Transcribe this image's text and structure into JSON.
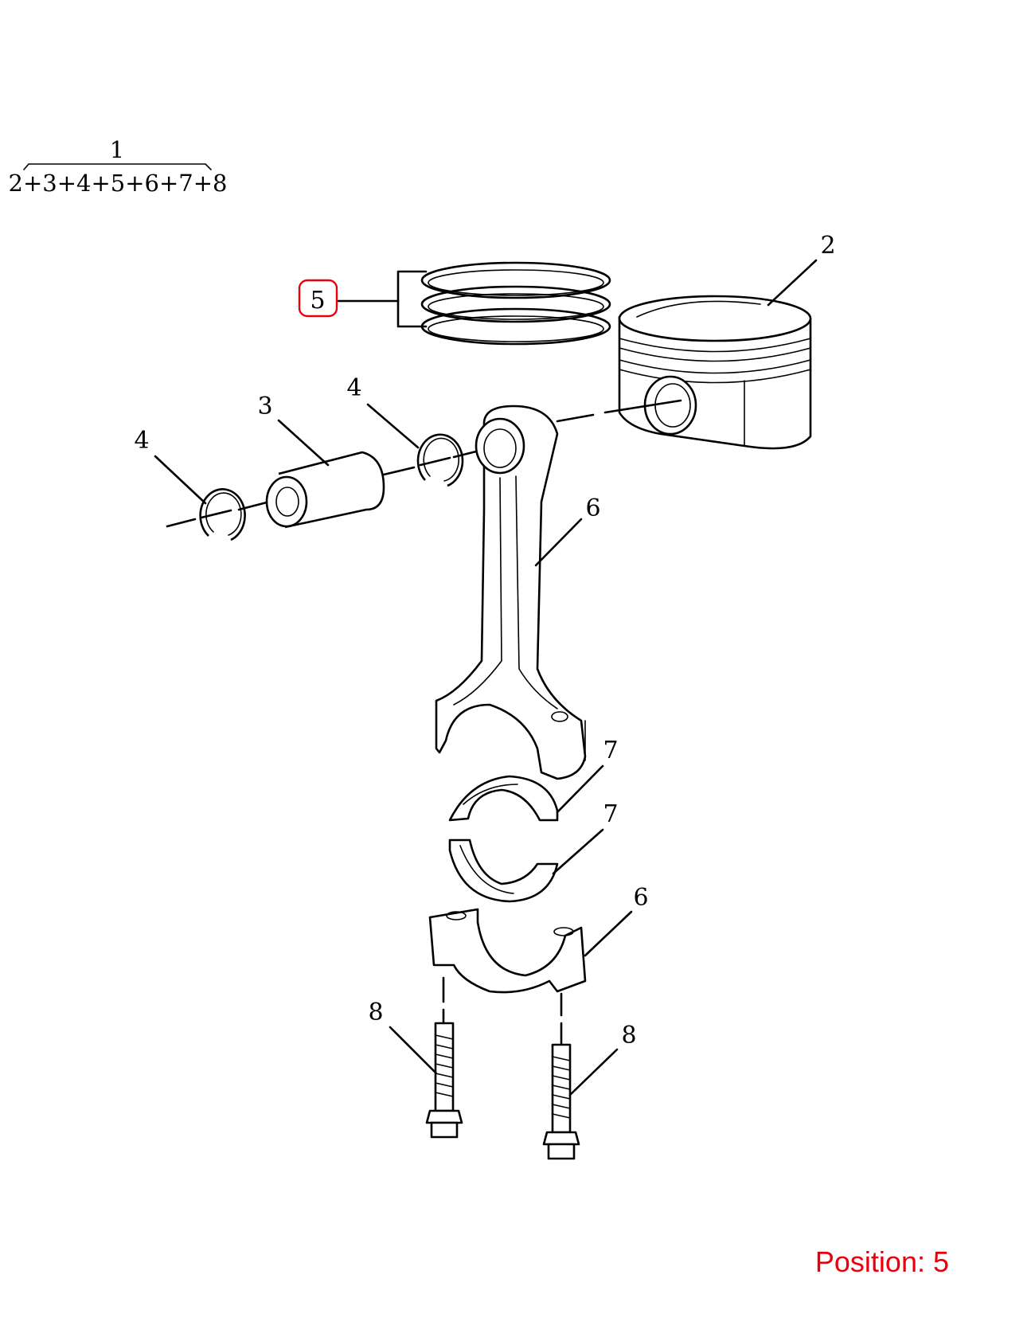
{
  "assembly": {
    "parent": "1",
    "components": "2+3+4+5+6+7+8"
  },
  "callouts": {
    "piston": "2",
    "piston_pin": "3",
    "circlip_left": "4",
    "circlip_right": "4",
    "piston_rings": "5",
    "connecting_rod": "6",
    "rod_cap": "6",
    "bearing_upper": "7",
    "bearing_lower": "7",
    "bolt_left": "8",
    "bolt_right": "8"
  },
  "highlight": {
    "selected_callout": "piston_rings",
    "color": "#e8000b"
  },
  "status": {
    "position_text": "Position: 5",
    "color": "#e8000b"
  }
}
